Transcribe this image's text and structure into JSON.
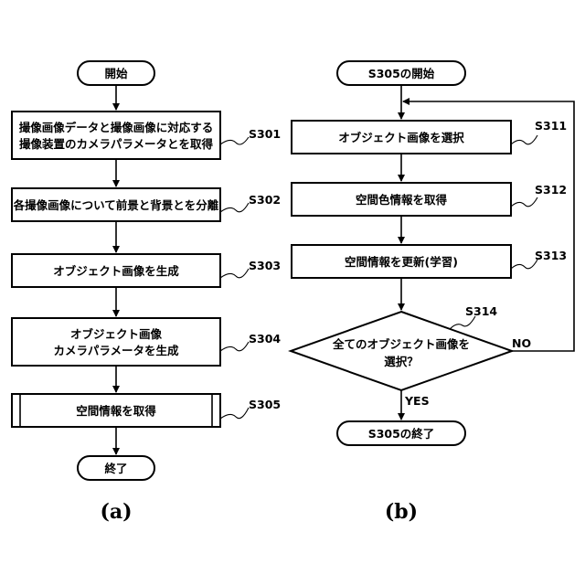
{
  "left": {
    "start": "開始",
    "steps": [
      {
        "lines": [
          "撮像画像データと撮像画像に対応する",
          "撮像装置のカメラパラメータとを取得"
        ],
        "id": "S301"
      },
      {
        "lines": [
          "各撮像画像について前景と背景とを分離"
        ],
        "id": "S302"
      },
      {
        "lines": [
          "オブジェクト画像を生成"
        ],
        "id": "S303"
      },
      {
        "lines": [
          "オブジェクト画像",
          "カメラパラメータを生成"
        ],
        "id": "S304"
      },
      {
        "lines": [
          "空間情報を取得"
        ],
        "id": "S305"
      }
    ],
    "end": "終了",
    "caption": "(a)"
  },
  "right": {
    "start": "S305の開始",
    "steps": [
      {
        "lines": [
          "オブジェクト画像を選択"
        ],
        "id": "S311"
      },
      {
        "lines": [
          "空間色情報を取得"
        ],
        "id": "S312"
      },
      {
        "lines": [
          "空間情報を更新(学習)"
        ],
        "id": "S313"
      }
    ],
    "decision": {
      "lines": [
        "全てのオブジェクト画像を",
        "選択？"
      ],
      "id": "S314",
      "yes": "YES",
      "no": "NO"
    },
    "end": "S305の終了",
    "caption": "(b)"
  }
}
